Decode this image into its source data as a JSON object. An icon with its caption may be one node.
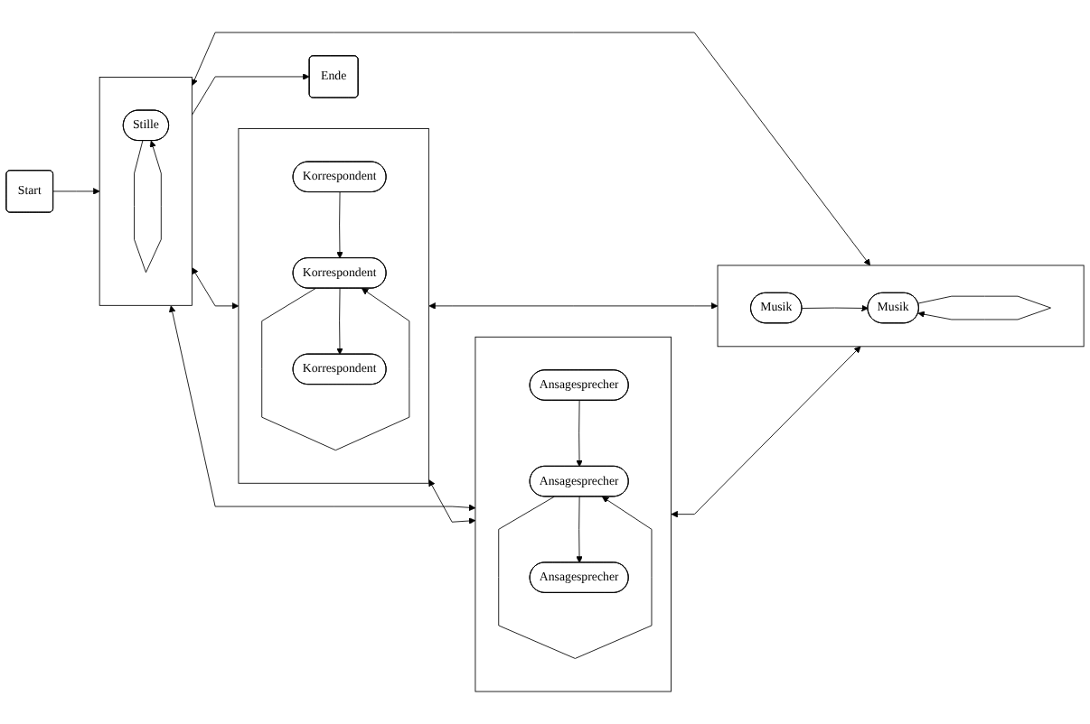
{
  "diagram": {
    "nodes": [
      {
        "text": [
          "Start"
        ]
      },
      {
        "text": [],
        "shape": "box"
      },
      {
        "text": [
          "Stille"
        ],
        "in": 1
      },
      {
        "text": [
          "Ende"
        ]
      },
      {
        "text": [],
        "shape": "box"
      },
      {
        "text": [
          "Korrespondent"
        ],
        "in": 4
      },
      {
        "text": [
          "Korrespondent"
        ],
        "in": 4
      },
      {
        "text": [
          "Korrespondent"
        ],
        "in": 4
      },
      {
        "text": [],
        "shape": "box"
      },
      {
        "text": [
          "Ansagesprecher"
        ],
        "in": 8
      },
      {
        "text": [
          "Ansagesprecher"
        ],
        "in": 8
      },
      {
        "text": [
          "Ansagesprecher"
        ],
        "in": 8
      },
      {
        "text": [],
        "shape": "box"
      },
      {
        "text": [
          "Musik"
        ],
        "in": 12
      },
      {
        "text": [
          "Musik"
        ],
        "in": 12
      }
    ],
    "edges": [
      {
        "from": 0,
        "to": 1,
        "arrow": "to"
      },
      {
        "from": 1,
        "to": 3,
        "arrow": "to"
      },
      {
        "from": 2,
        "to": 2,
        "arrow": "to"
      },
      {
        "from": 1,
        "to": 4,
        "arrow": "both"
      },
      {
        "from": 1,
        "to": 8,
        "arrow": "both"
      },
      {
        "from": 1,
        "to": 12,
        "arrow": "both"
      },
      {
        "from": 4,
        "to": 8,
        "arrow": "both"
      },
      {
        "from": 4,
        "to": 12,
        "arrow": "both"
      },
      {
        "from": 8,
        "to": 12,
        "arrow": "both"
      },
      {
        "from": 5,
        "to": 6,
        "arrow": "to"
      },
      {
        "from": 6,
        "to": 6,
        "arrow": "to"
      },
      {
        "from": 6,
        "to": 7,
        "arrow": "to"
      },
      {
        "from": 9,
        "to": 10,
        "arrow": "to"
      },
      {
        "from": 10,
        "to": 10,
        "arrow": "to"
      },
      {
        "from": 10,
        "to": 11,
        "arrow": "to"
      },
      {
        "from": 13,
        "to": 14,
        "arrow": "to"
      },
      {
        "from": 14,
        "to": 14,
        "arrow": "to"
      }
    ]
  }
}
